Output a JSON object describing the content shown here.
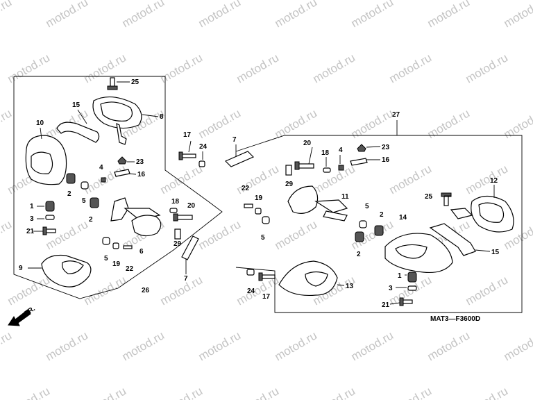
{
  "watermark": "motod.ru",
  "diagram_code": "MAT3—F3600D",
  "direction_label": "FR.",
  "left_group": {
    "assembly_number": "26",
    "callouts": [
      "25",
      "15",
      "8",
      "10",
      "23",
      "16",
      "4",
      "2",
      "5",
      "2",
      "1",
      "3",
      "21",
      "18",
      "20",
      "29",
      "5",
      "19",
      "22",
      "6",
      "9",
      "17",
      "24",
      "7",
      "7"
    ]
  },
  "right_group": {
    "assembly_number": "27",
    "callouts": [
      "20",
      "18",
      "4",
      "23",
      "16",
      "29",
      "22",
      "19",
      "11",
      "5",
      "2",
      "14",
      "25",
      "12",
      "5",
      "2",
      "15",
      "24",
      "17",
      "13",
      "1",
      "3",
      "21"
    ]
  }
}
